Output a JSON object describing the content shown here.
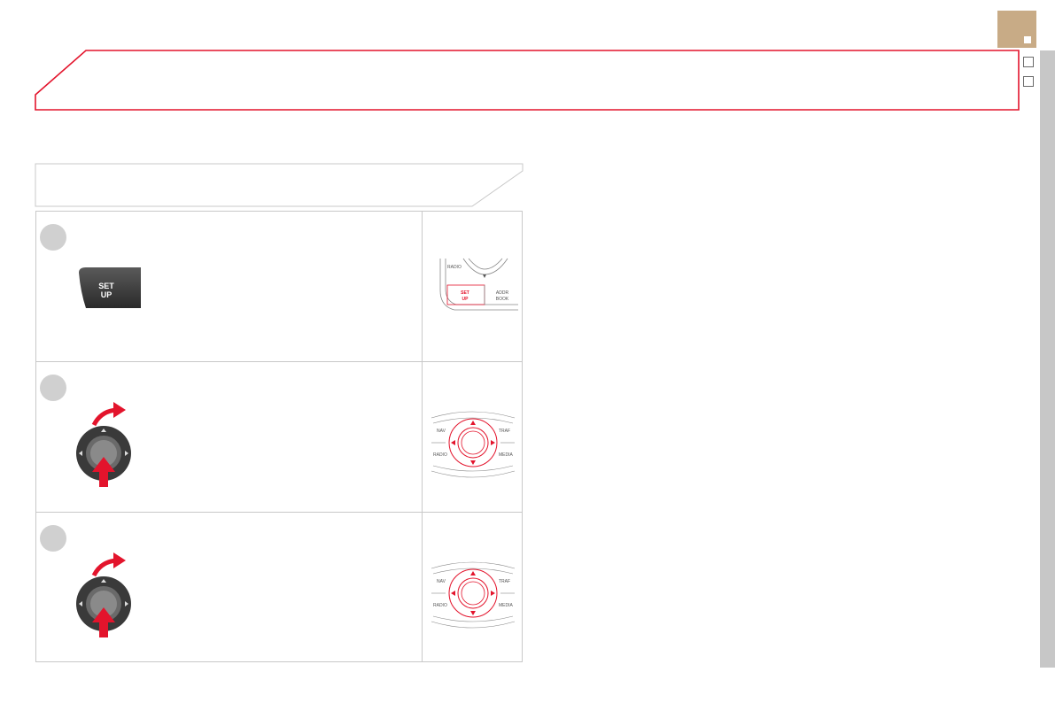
{
  "header": {
    "tab_icon": "square-icon",
    "nav_icons": [
      "checkbox-icon",
      "checkbox-icon"
    ]
  },
  "setup_button": {
    "label_line1": "SET",
    "label_line2": "UP"
  },
  "panel1_thumb": {
    "radio": "RADIO",
    "set_line1": "SET",
    "set_line2": "UP",
    "addr_line1": "ADDR",
    "addr_line2": "BOOK"
  },
  "knob_thumb": {
    "nav": "NAV",
    "traf": "TRAF",
    "radio": "RADIO",
    "media": "MEDIA"
  },
  "colors": {
    "accent_red": "#e3142c",
    "tab_beige": "#c8ab86",
    "border_grey": "#c8c8c8",
    "badge_grey": "#d0d0d0"
  }
}
